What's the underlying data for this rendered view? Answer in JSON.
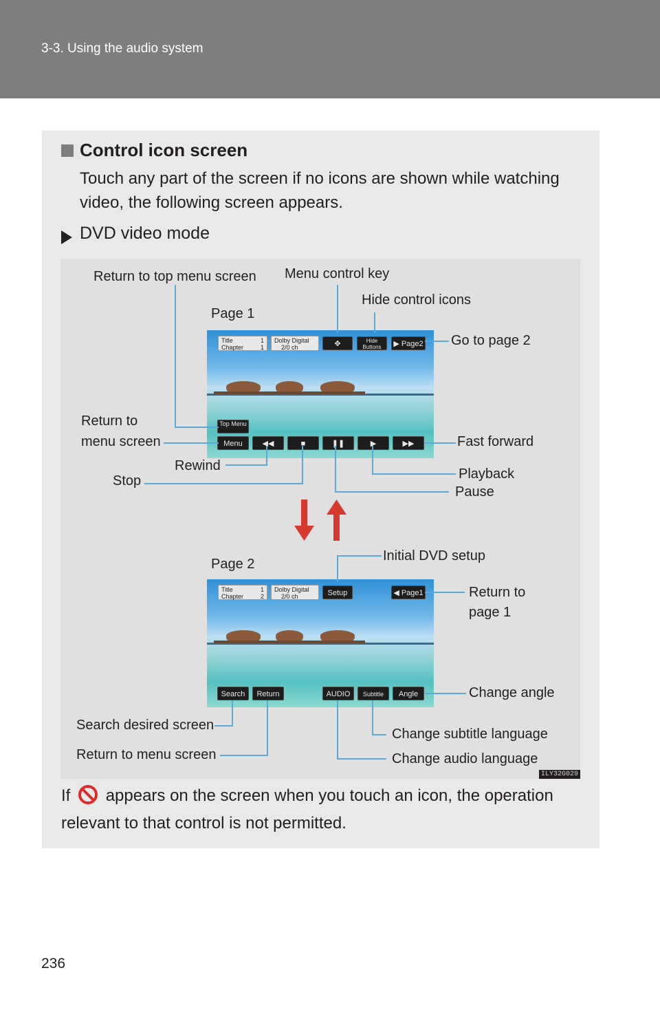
{
  "header": {
    "section": "3-3. Using the audio system"
  },
  "section": {
    "title": "Control icon screen",
    "intro": "Touch any part of the screen if no icons are shown while watching video, the following screen appears.",
    "mode": "DVD video mode"
  },
  "figure": {
    "code": "ILY32G029",
    "page1": {
      "label": "Page 1",
      "buttons": {
        "title": "Title",
        "chapter": "Chapter",
        "title_num": "1",
        "chapter_num": "1",
        "dolby": "Dolby Digital",
        "dolby_ch": "2/0    ch",
        "hide": "Hide Buttons",
        "page2": "Page2",
        "top_menu": "Top Menu",
        "menu": "Menu"
      },
      "callouts": {
        "return_top_menu": "Return to top menu screen",
        "menu_control": "Menu control key",
        "hide_icons": "Hide control icons",
        "go_page2": "Go to page 2",
        "return_menu_1": "Return to",
        "return_menu_2": "menu screen",
        "fast_forward": "Fast forward",
        "rewind": "Rewind",
        "playback": "Playback",
        "stop": "Stop",
        "pause": "Pause"
      }
    },
    "page2": {
      "label": "Page 2",
      "buttons": {
        "title": "Title",
        "chapter": "Chapter",
        "title_num": "1",
        "chapter_num": "2",
        "dolby": "Dolby Digital",
        "dolby_ch": "2/0    ch",
        "setup": "Setup",
        "page1": "Page1",
        "search": "Search",
        "return": "Return",
        "audio": "AUDIO",
        "subtitle": "Subtitle",
        "angle": "Angle"
      },
      "callouts": {
        "initial_setup": "Initial DVD setup",
        "return_page1_1": "Return to",
        "return_page1_2": "page 1",
        "change_angle": "Change angle",
        "search_screen": "Search desired screen",
        "change_subtitle": "Change subtitle language",
        "return_menu": "Return to menu screen",
        "change_audio": "Change audio language"
      }
    }
  },
  "note": {
    "before": "If",
    "after": "appears on the screen when you touch an icon, the operation relevant to that control is not permitted."
  },
  "page_number": "236",
  "colors": {
    "header": "#7e7e7e",
    "panel": "#e9e9e9",
    "leader": "#5aa9d8",
    "arrow": "#d63a2f"
  }
}
